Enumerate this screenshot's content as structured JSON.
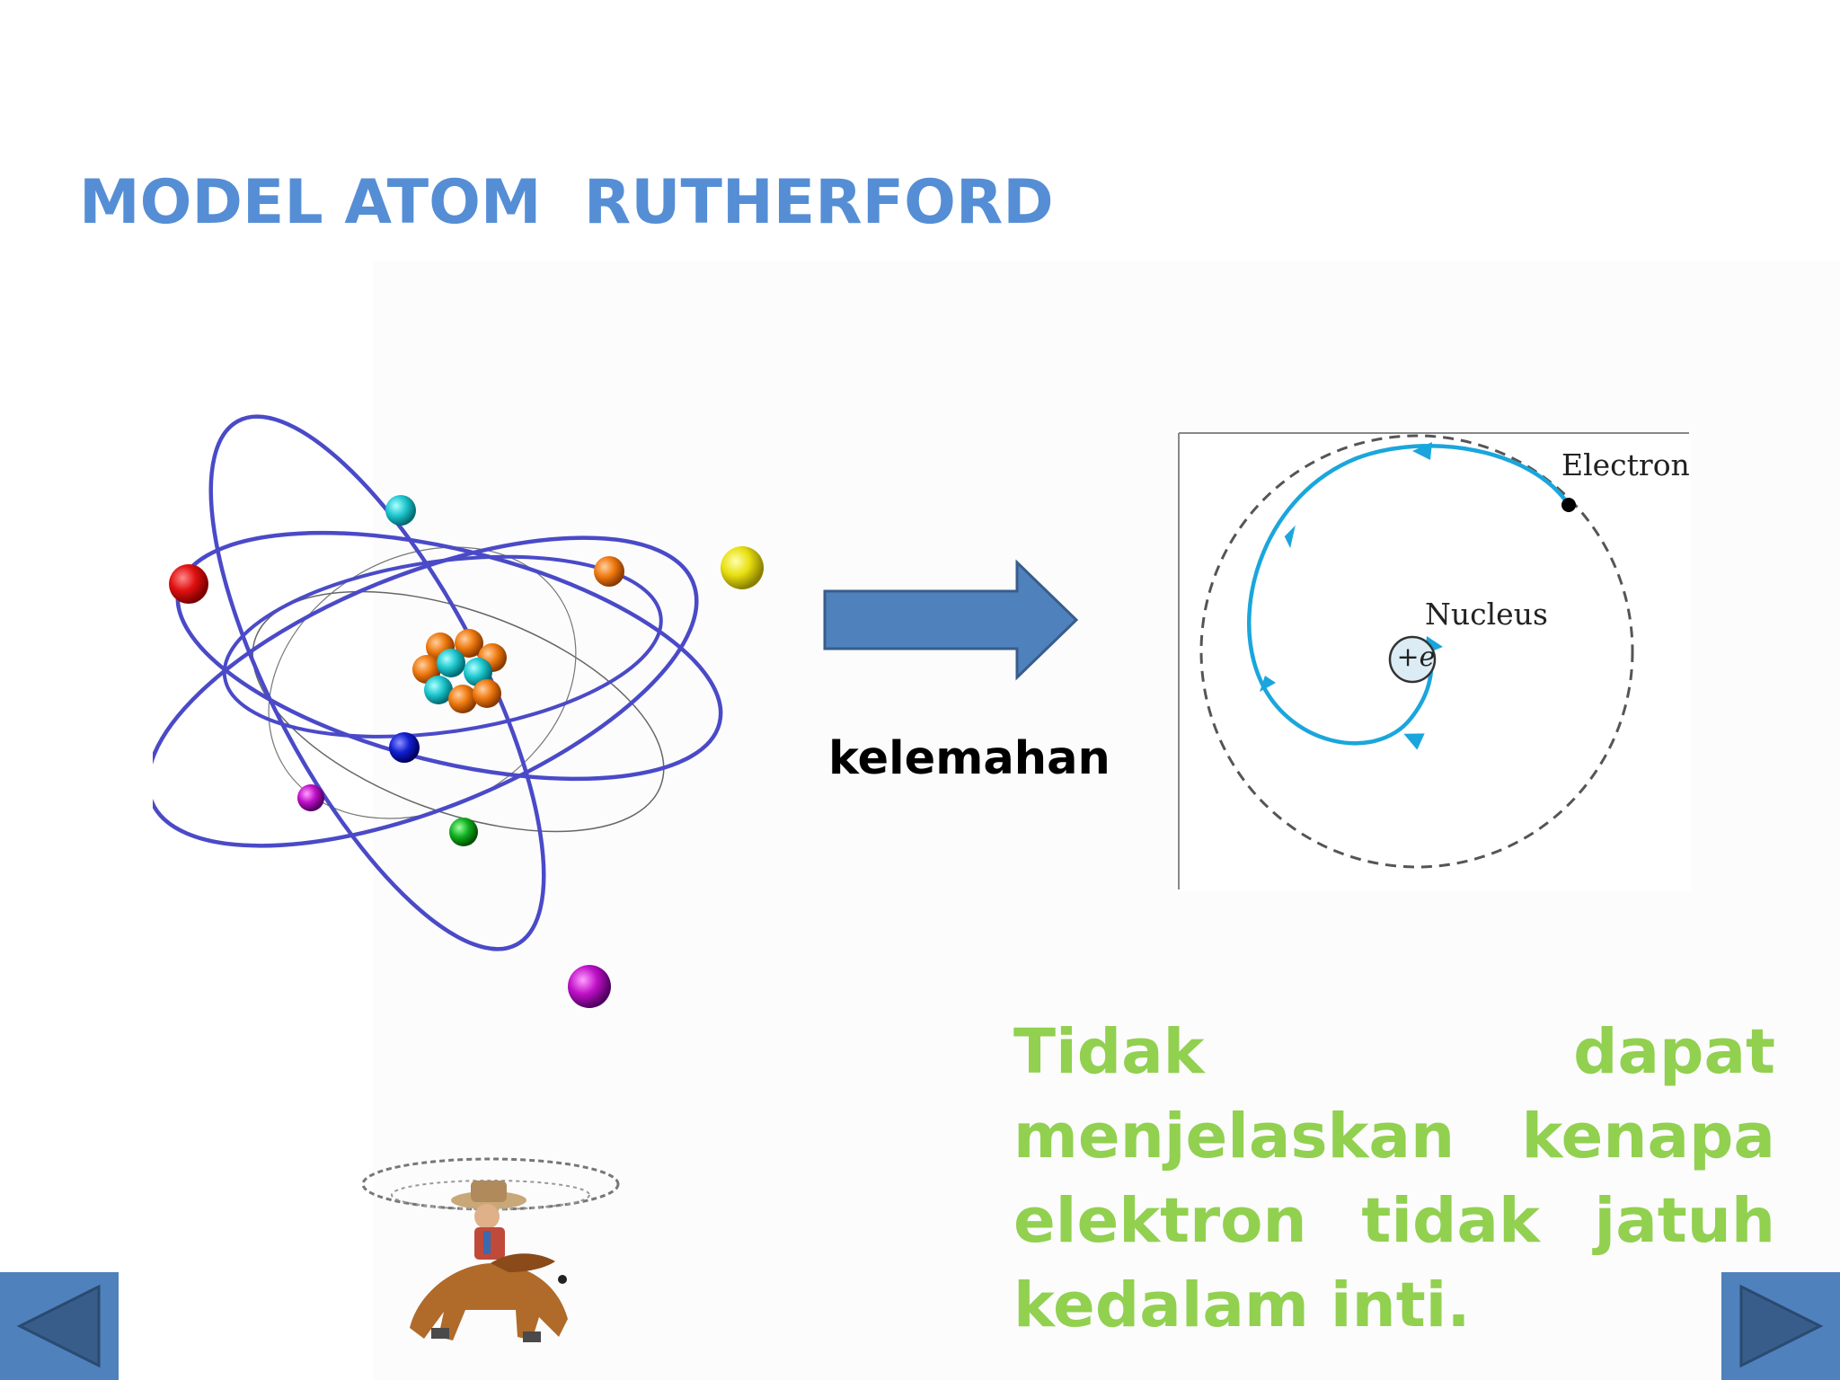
{
  "slide": {
    "title": "MODEL ATOM  RUTHERFORD",
    "arrow_label": "kelemahan",
    "caption": "Tidak dapat menjelaskan kenapa elektron tidak jatuh kedalam inti."
  },
  "diagram": {
    "electron_label": "Electron",
    "nucleus_label": "Nucleus",
    "nucleus_charge": "+e"
  },
  "icons": {
    "prev": "triangle-left-icon",
    "next": "triangle-right-icon"
  },
  "colors": {
    "title": "#558ed5",
    "caption": "#92d050",
    "arrow_fill": "#4f81bd",
    "nav_button": "#4f81bd",
    "orbit": "#4a4ac8",
    "spiral": "#1aa6dc"
  }
}
